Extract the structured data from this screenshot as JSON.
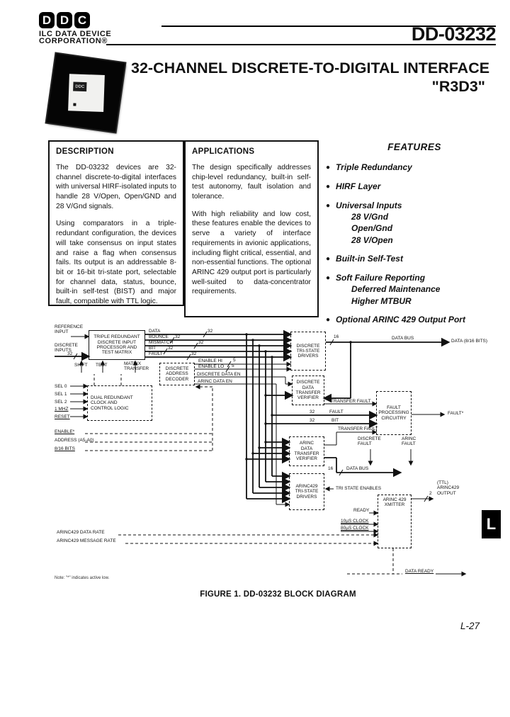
{
  "header": {
    "logo_letters": [
      "D",
      "D",
      "C"
    ],
    "company_line1": "ILC DATA DEVICE",
    "company_line2": "CORPORATION®",
    "part_number": "DD-03232"
  },
  "title": {
    "line1": "32-CHANNEL DISCRETE-TO-DIGITAL INTERFACE",
    "line2": "\"R3D3\""
  },
  "chip": {
    "label": "DDC"
  },
  "description": {
    "heading": "DESCRIPTION",
    "para1": "The DD-03232 devices are 32-channel discrete-to-digital interfaces with universal HIRF-isolated inputs to handle 28 V/Open, Open/GND and 28 V/Gnd signals.",
    "para2": "Using comparators in a triple-redundant configuration, the devices will take consensus on input states and raise a flag when consensus fails. Its output is an addressable 8-bit or 16-bit tri-state port, selectable for channel data, status, bounce, built-in self-test (BIST) and major fault, compatible with TTL logic."
  },
  "applications": {
    "heading": "APPLICATIONS",
    "para1": "The design specifically addresses chip-level redundancy, built-in self-test autonomy, fault isolation and tolerance.",
    "para2": "With high reliability and low cost, these features enable the devices to serve a variety of interface requirements in avionic applications, including flight critical, essential, and non-essential functions. The optional ARINC 429 output port is particularly well-suited to data-concentrator requirements."
  },
  "features": {
    "heading": "FEATURES",
    "bullet": "●",
    "items": [
      {
        "label": "Triple Redundancy",
        "subitems": []
      },
      {
        "label": "HIRF Layer",
        "subitems": []
      },
      {
        "label": "Universal Inputs",
        "subitems": [
          "28 V/Gnd",
          "Open/Gnd",
          "28 V/Open"
        ]
      },
      {
        "label": "Built-in Self-Test",
        "subitems": []
      },
      {
        "label": "Soft Failure Reporting",
        "subitems": [
          "Deferred Maintenance",
          "Higher MTBUR"
        ]
      },
      {
        "label": "Optional ARINC 429 Output Port",
        "subitems": []
      }
    ]
  },
  "diagram": {
    "caption": "FIGURE 1.  DD-03232 BLOCK DIAGRAM",
    "note": "Note: \"*\" indicates active low.",
    "boxes": {
      "triple": "TRIPLE REDUNDANT\nDISCRETE INPUT\nPROCESSOR AND\nTEST MATRIX",
      "decoder": "DISCRETE\nADDRESS\nDECODER",
      "control": "DUAL REDUNDANT\nCLOCK AND\nCONTROL LOGIC",
      "ddrivers": "DISCRETE\nTRI-STATE\nDRIVERS",
      "dverifier": "DISCRETE\nDATA\nTRANSFER\nVERIFIER",
      "faultproc": "FAULT\nPROCESSING\nCIRCUITRY",
      "averifier": "ARINC\nDATA\nTRANSFER\nVERIFIER",
      "adrivers": "ARINC429\nTRI-STATE\nDRIVERS",
      "xmitter": "ARINC 429\nXMITTER"
    },
    "labels": {
      "ref_input": "REFERENCE\nINPUT",
      "discrete_inputs": "DISCRETE\nINPUTS",
      "shift": "SHIFT",
      "test": "TEST",
      "matrix_transfer": "MATRIX\nTRANSFER",
      "bus_data": "DATA",
      "bus_bounce": "BOUNCE",
      "bus_mismatch": "MISMATCH",
      "bus_bit": "BIT",
      "bus_fault": "FAULT",
      "w32": "32",
      "w16": "16",
      "w5": "5",
      "w2": "2",
      "enable_hi": "ENABLE HI",
      "enable_lo": "ENABLE LO",
      "discrete_data_en": "DISCRETE DATA EN",
      "arinc_data_en": "ARINC DATA EN",
      "sel0": "SEL 0",
      "sel1": "SEL 1",
      "sel2": "SEL 2",
      "mhz1": "1 MHZ",
      "reset": "RESET",
      "enable_star": "ENABLE*",
      "address": "ADDRESS (A5-A0)",
      "bits816": "8/16 BITS",
      "data_bus": "DATA BUS",
      "data_out": "DATA (8/16 BITS)",
      "transfer_fault": "TRANSFER FAULT",
      "fault_out": "FAULT*",
      "discrete_fault": "DISCRETE\nFAULT",
      "arinc_fault": "ARINC\nFAULT",
      "tri_state_enables": "TRI STATE ENABLES",
      "ready": "READY",
      "clock10": "10µS CLOCK",
      "clock80": "80µS CLOCK",
      "arinc_out": "(TTL)\nARINC429\nOUTPUT",
      "data_ready": "DATA READY",
      "rate1": "ARINC429 DATA RATE",
      "rate2": "ARINC429 MESSAGE RATE"
    }
  },
  "page": {
    "tab_letter": "L",
    "page_number": "L-27"
  }
}
